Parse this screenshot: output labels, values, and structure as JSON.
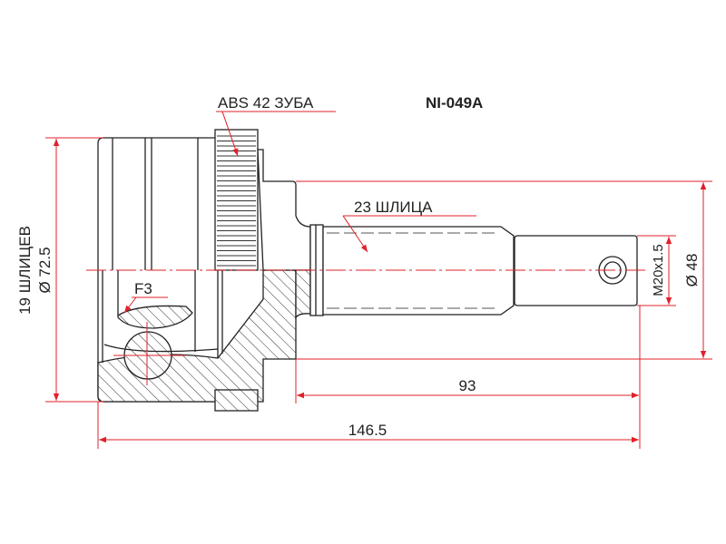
{
  "part_number": "NI-049A",
  "labels": {
    "abs": "ABS 42 ЗУБА",
    "shaft_splines": "23 ШЛИЦА",
    "f3": "F3",
    "inner_splines": "19 ШЛИЦЕВ",
    "outer_diameter": "Ø 72.5",
    "seal_diameter": "Ø 48",
    "thread": "M20x1.5",
    "length_shaft": "93",
    "length_total": "146.5"
  },
  "colors": {
    "dimension": "#e0202a",
    "outline": "#222222"
  }
}
